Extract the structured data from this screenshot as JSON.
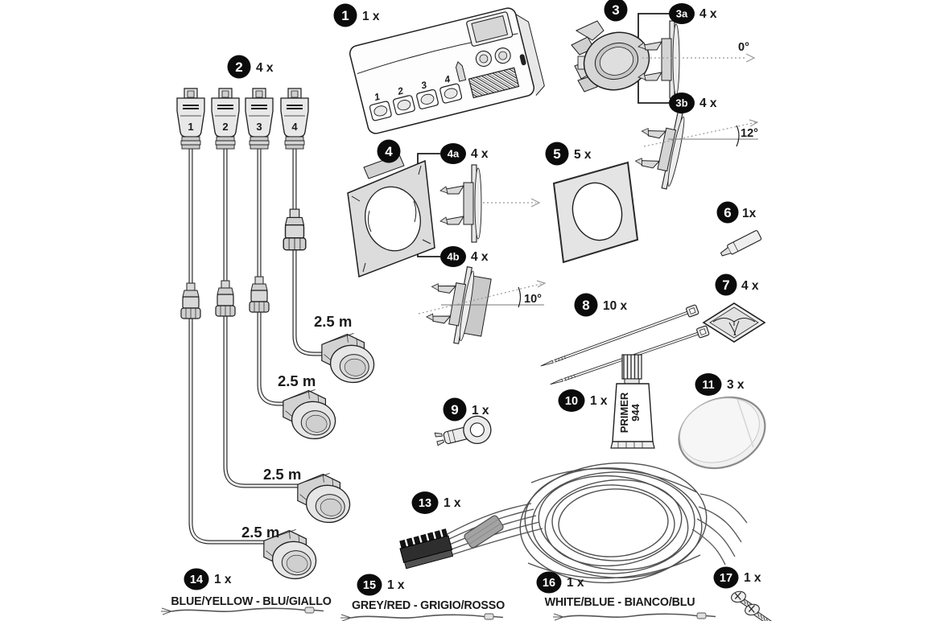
{
  "diagram": {
    "type": "parts-kit-diagram",
    "items": {
      "i1": {
        "num": "1",
        "qty": "1 x"
      },
      "i2": {
        "num": "2",
        "qty": "4 x",
        "plug_labels": [
          "1",
          "2",
          "3",
          "4"
        ],
        "cable_lengths": [
          "2.5 m",
          "2.5 m",
          "2.5 m",
          "2.5 m"
        ]
      },
      "i3": {
        "num": "3"
      },
      "i3a": {
        "num": "3a",
        "qty": "4 x",
        "angle": "0°"
      },
      "i3b": {
        "num": "3b",
        "qty": "4 x",
        "angle": "12°"
      },
      "i4": {
        "num": "4"
      },
      "i4a": {
        "num": "4a",
        "qty": "4 x"
      },
      "i4b": {
        "num": "4b",
        "qty": "4 x",
        "angle": "10°"
      },
      "i5": {
        "num": "5",
        "qty": "5 x"
      },
      "i6": {
        "num": "6",
        "qty": "1x"
      },
      "i7": {
        "num": "7",
        "qty": "4 x"
      },
      "i8": {
        "num": "8",
        "qty": "10 x"
      },
      "i9": {
        "num": "9",
        "qty": "1 x"
      },
      "i10": {
        "num": "10",
        "qty": "1 x",
        "tube_label": [
          "PRIMER",
          "944"
        ]
      },
      "i11": {
        "num": "11",
        "qty": "3 x"
      },
      "i13": {
        "num": "13",
        "qty": "1 x"
      },
      "i14": {
        "num": "14",
        "qty": "1 x",
        "wire_color_label": "BLUE/YELLOW - BLU/GIALLO"
      },
      "i15": {
        "num": "15",
        "qty": "1 x",
        "wire_color_label": "GREY/RED - GRIGIO/ROSSO"
      },
      "i16": {
        "num": "16",
        "qty": "1 x",
        "wire_color_label": "WHITE/BLUE - BIANCO/BLU"
      },
      "i17": {
        "num": "17",
        "qty": "1 x"
      }
    },
    "control_unit": {
      "ports": [
        "1",
        "2",
        "3",
        "4"
      ]
    },
    "colors": {
      "ink": "#1f1f1f",
      "badge": "#0b0b0b",
      "fill_light": "#ececec",
      "fill_mid": "#d9d9d9"
    }
  }
}
